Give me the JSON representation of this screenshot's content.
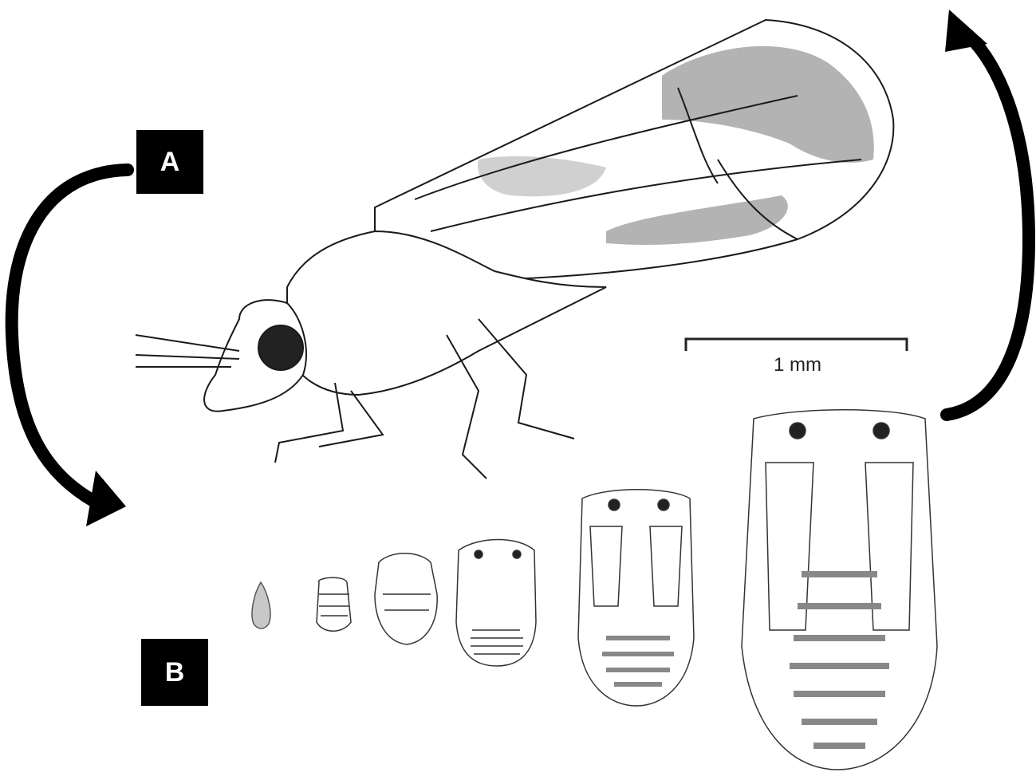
{
  "labels": {
    "a": "A",
    "b": "B"
  },
  "scale_bar": {
    "text": "1 mm"
  },
  "colors": {
    "ink": "#1a1a1a",
    "wash": "#9a9a9a",
    "label_bg": "#000000",
    "label_fg": "#ffffff"
  }
}
